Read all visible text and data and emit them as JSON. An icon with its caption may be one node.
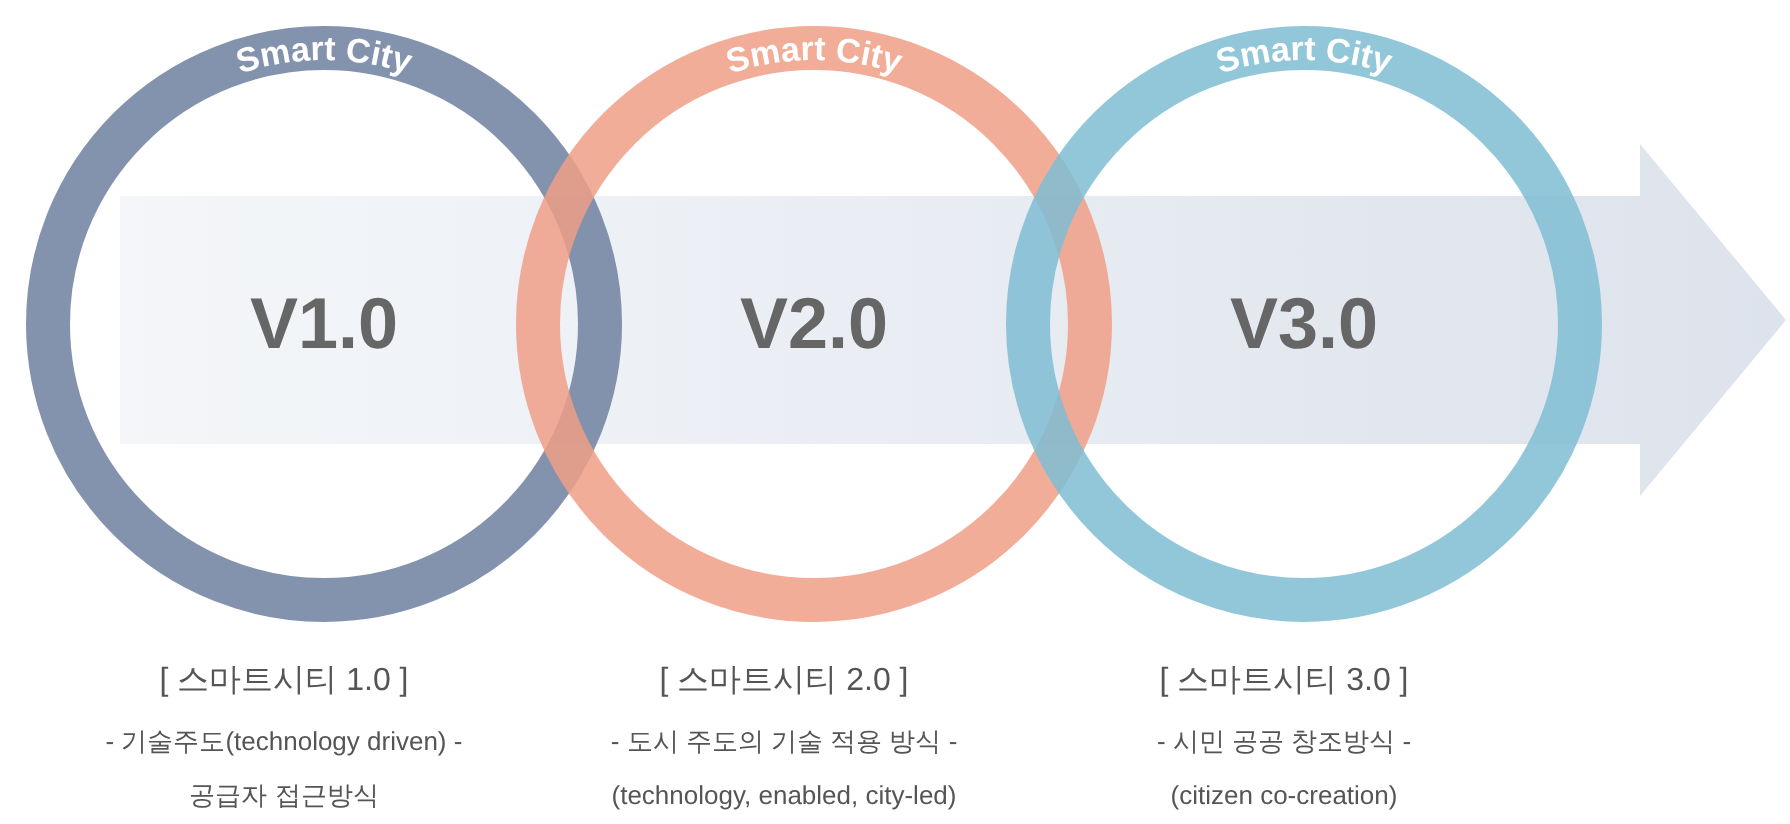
{
  "diagram": {
    "nodes": [
      {
        "text": [
          "Smart City",
          "V1.0"
        ],
        "beside": [
          "[ 스마트시티 1.0 ]",
          "- 기술주도(technology driven) -",
          "공급자 접근방식"
        ]
      },
      {
        "text": [
          "Smart City",
          "V2.0"
        ],
        "beside": [
          "[ 스마트시티 2.0 ]",
          "- 도시 주도의 기술 적용 방식 -",
          "(technology, enabled, city-led)"
        ]
      },
      {
        "text": [
          "Smart City",
          "V3.0"
        ],
        "beside": [
          "[ 스마트시티 3.0 ]",
          "- 시민 공공 창조방식 -",
          "(citizen co-creation)"
        ]
      }
    ]
  }
}
